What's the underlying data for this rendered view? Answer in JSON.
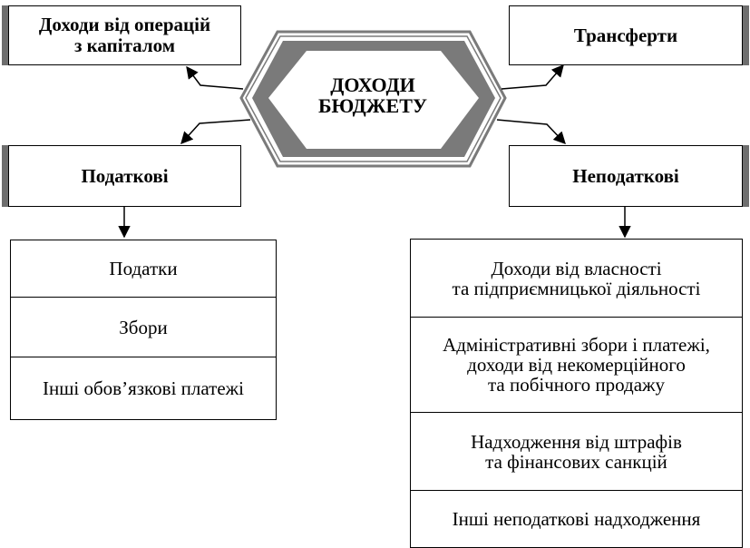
{
  "hub": {
    "title": "ДОХОДИ\nБЮДЖЕТУ"
  },
  "categories": {
    "capital": "Доходи від операцій\nз капіталом",
    "transfers": "Трансферти",
    "tax": "Податкові",
    "nontax": "Неподаткові"
  },
  "tax_items": [
    "Податки",
    "Збори",
    "Інші обов’язкові платежі"
  ],
  "nontax_items": [
    "Доходи від власності\nта підприємницької діяльності",
    "Адміністративні збори і платежі,\nдоходи від некомерційного\nта побічного продажу",
    "Надходження від штрафів\nта фінансових санкцій",
    "Інші неподаткові надходження"
  ],
  "colors": {
    "shadow": "#6e6e6e",
    "hub_fill": "#7a7a7a",
    "line": "#000000"
  }
}
